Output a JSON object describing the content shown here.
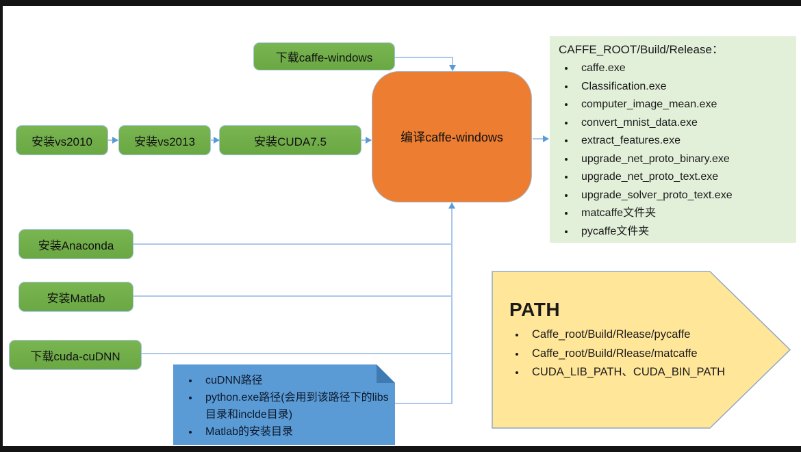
{
  "flow": {
    "download_caffe": "下载caffe-windows",
    "vs2010": "安装vs2010",
    "vs2013": "安装vs2013",
    "cuda75": "安装CUDA7.5",
    "compile": "编译caffe-windows",
    "anaconda": "安装Anaconda",
    "matlab": "安装Matlab",
    "cudnn": "下载cuda-cuDNN"
  },
  "release_box": {
    "title": "CAFFE_ROOT/Build/Release：",
    "items": [
      "caffe.exe",
      "Classification.exe",
      "computer_image_mean.exe",
      "convert_mnist_data.exe",
      "extract_features.exe",
      "upgrade_net_proto_binary.exe",
      "upgrade_net_proto_text.exe",
      "upgrade_solver_proto_text.exe",
      "matcaffe文件夹",
      "pycaffe文件夹"
    ]
  },
  "config_box": {
    "items": [
      "cuDNN路径",
      "python.exe路径(会用到该路径下的libs目录和inclde目录)",
      "Matlab的安装目录"
    ]
  },
  "path_box": {
    "title": "PATH",
    "items": [
      "Caffe_root/Build/Rlease/pycaffe",
      "Caffe_root/Build/Rlease/matcaffe",
      "CUDA_LIB_PATH、CUDA_BIN_PATH"
    ]
  },
  "colors": {
    "node_green": "#70AD47",
    "compile_orange": "#ED7D31",
    "release_light_green": "#E2F0D9",
    "path_yellow": "#FFE699",
    "callout_blue": "#5B9BD5",
    "connector_blue": "#ABC8EA",
    "arrowhead_blue": "#5B9BD5"
  }
}
